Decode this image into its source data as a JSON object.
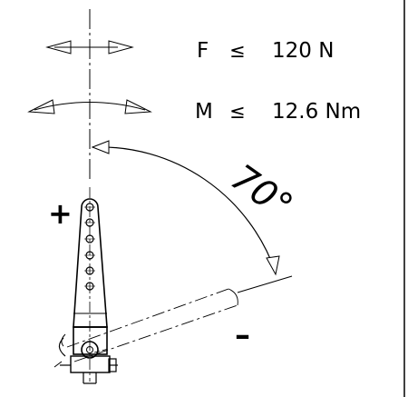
{
  "limits": {
    "force": {
      "symbol": "F",
      "operator": "≤",
      "value": "120 N"
    },
    "moment": {
      "symbol": "M",
      "operator": "≤",
      "value": "12.6 Nm"
    }
  },
  "angle": {
    "label": "70°",
    "degrees": 70
  },
  "direction": {
    "plus": "+",
    "minus": "–"
  },
  "colors": {
    "line": "#000000",
    "background": "#ffffff"
  }
}
